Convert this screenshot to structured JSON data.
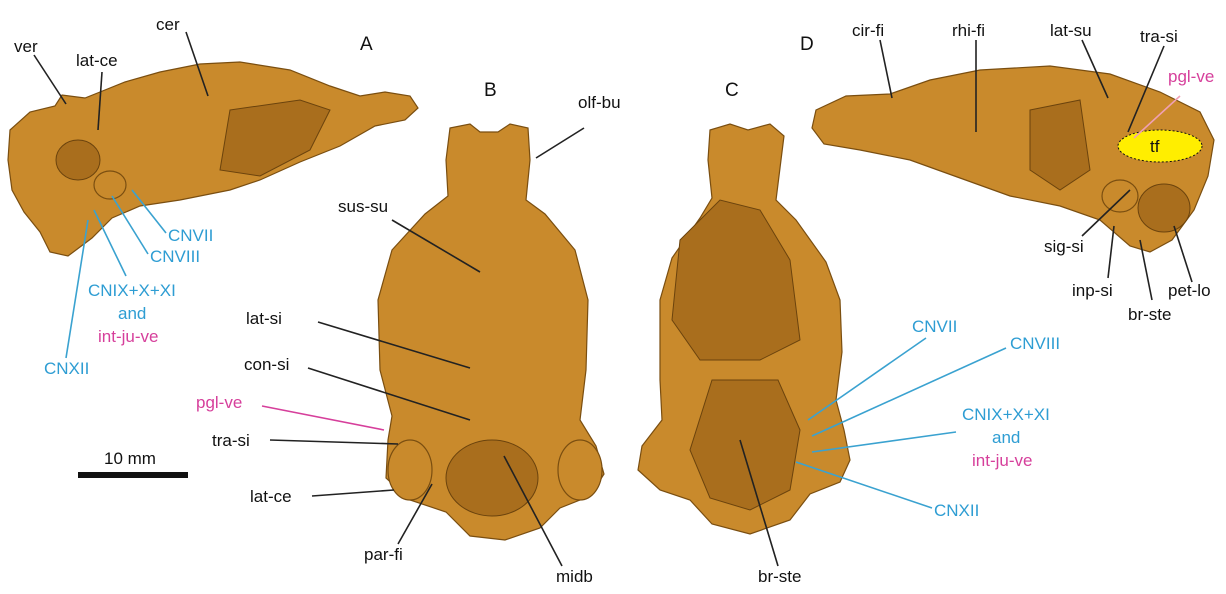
{
  "colors": {
    "brain_fill": "#c98a2c",
    "leader_black": "#222222",
    "leader_blue": "#3aa2d0",
    "leader_magenta": "#d63f9b",
    "leader_pink": "#f0a0b4",
    "text_black": "#111111",
    "text_blue": "#2e9dd3",
    "text_magenta": "#d63f9b",
    "tf_fill": "#ffee00"
  },
  "panels": {
    "a": "A",
    "b": "B",
    "c": "C",
    "d": "D"
  },
  "labels": {
    "ver": "ver",
    "lat_ce_a": "lat-ce",
    "cer": "cer",
    "cnvii_a": "CNVII",
    "cnviii_a": "CNVIII",
    "cnix_a": "CNIX+X+XI",
    "and_a": "and",
    "intju_a": "int-ju-ve",
    "cnxii_a": "CNXII",
    "olf_bu": "olf-bu",
    "sus_su": "sus-su",
    "lat_si": "lat-si",
    "con_si": "con-si",
    "pgl_ve_b": "pgl-ve",
    "tra_si_b": "tra-si",
    "lat_ce_b": "lat-ce",
    "par_fi": "par-fi",
    "midb": "midb",
    "cnvii_c": "CNVII",
    "cnviii_c": "CNVIII",
    "cnix_c": "CNIX+X+XI",
    "and_c": "and",
    "intju_c": "int-ju-ve",
    "cnxii_c": "CNXII",
    "br_ste_c": "br-ste",
    "cir_fi": "cir-fi",
    "rhi_fi": "rhi-fi",
    "lat_su": "lat-su",
    "tra_si_d": "tra-si",
    "pgl_ve_d": "pgl-ve",
    "tf": "tf",
    "sig_si": "sig-si",
    "inp_si": "inp-si",
    "pet_lo": "pet-lo",
    "br_ste_d": "br-ste"
  },
  "scale_bar": {
    "label": "10 mm"
  }
}
